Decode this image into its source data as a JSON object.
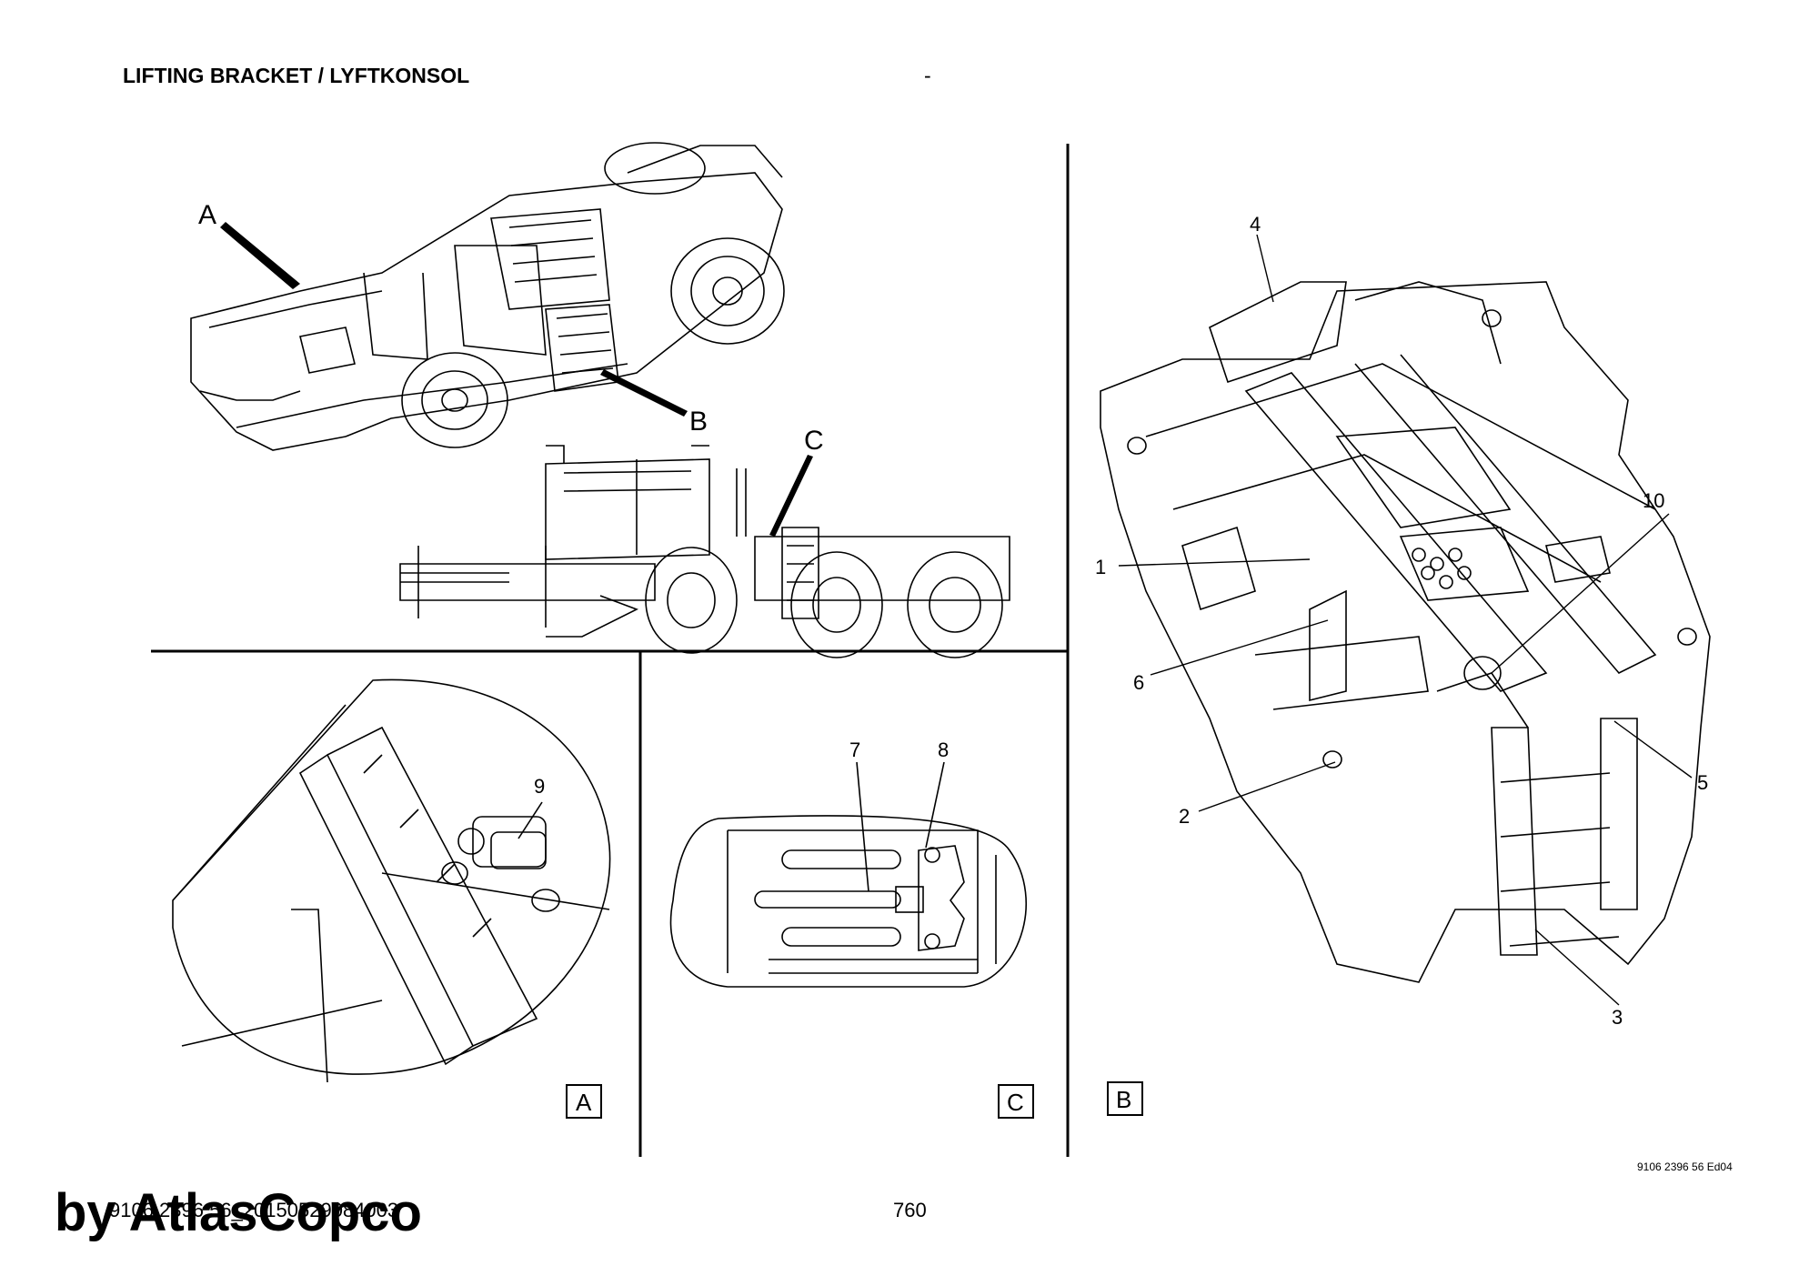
{
  "header": {
    "title": "LIFTING BRACKET / LYFTKONSOL",
    "dash": "-"
  },
  "overview": {
    "callouts": [
      "A",
      "B",
      "C"
    ]
  },
  "panels": {
    "A": {
      "label": "A",
      "item_callouts": [
        "9"
      ]
    },
    "C": {
      "label": "C",
      "item_callouts": [
        "7",
        "8"
      ]
    },
    "B": {
      "label": "B",
      "item_callouts": [
        "1",
        "2",
        "3",
        "4",
        "5",
        "6",
        "10"
      ]
    }
  },
  "footer": {
    "edition": "9106 2396 56 Ed04",
    "doc_id": "9106 2396 56_20150529084003",
    "page_number": "760",
    "watermark": "by AtlasCopco"
  }
}
